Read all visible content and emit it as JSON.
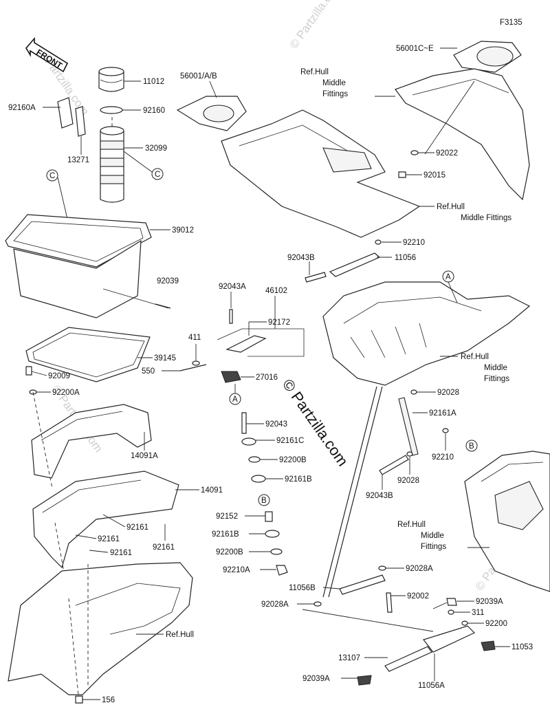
{
  "figure_code": "F3135",
  "front_label": "FRONT",
  "watermark": "© Partzilla.com",
  "callouts": {
    "A": "A",
    "B": "B",
    "C": "C"
  },
  "parts": [
    {
      "id": "p11012",
      "label": "11012"
    },
    {
      "id": "p92160",
      "label": "92160"
    },
    {
      "id": "p92160A",
      "label": "92160A"
    },
    {
      "id": "p13271",
      "label": "13271"
    },
    {
      "id": "p32099",
      "label": "32099"
    },
    {
      "id": "p39012",
      "label": "39012"
    },
    {
      "id": "p92039",
      "label": "92039"
    },
    {
      "id": "p39145",
      "label": "39145"
    },
    {
      "id": "p92009",
      "label": "92009"
    },
    {
      "id": "p92200A_l",
      "label": "92200A"
    },
    {
      "id": "p14091A",
      "label": "14091A"
    },
    {
      "id": "p14091",
      "label": "14091"
    },
    {
      "id": "p92161_a",
      "label": "92161"
    },
    {
      "id": "p92161_b",
      "label": "92161"
    },
    {
      "id": "p92161_c",
      "label": "92161"
    },
    {
      "id": "p92161_d",
      "label": "92161"
    },
    {
      "id": "refhull_l",
      "label": "Ref.Hull"
    },
    {
      "id": "p156",
      "label": "156"
    },
    {
      "id": "p56001AB",
      "label": "56001/A/B"
    },
    {
      "id": "p56001CE",
      "label": "56001C~E"
    },
    {
      "id": "p92022",
      "label": "92022"
    },
    {
      "id": "p92015",
      "label": "92015"
    },
    {
      "id": "p92210_t",
      "label": "92210"
    },
    {
      "id": "p92043B_t",
      "label": "92043B"
    },
    {
      "id": "p11056",
      "label": "11056"
    },
    {
      "id": "p92043A",
      "label": "92043A"
    },
    {
      "id": "p46102",
      "label": "46102"
    },
    {
      "id": "p92172",
      "label": "92172"
    },
    {
      "id": "p411",
      "label": "411"
    },
    {
      "id": "p550",
      "label": "550"
    },
    {
      "id": "p27016",
      "label": "27016"
    },
    {
      "id": "p92043",
      "label": "92043"
    },
    {
      "id": "p92161C",
      "label": "92161C"
    },
    {
      "id": "p92200B_t",
      "label": "92200B"
    },
    {
      "id": "p92161B_t",
      "label": "92161B"
    },
    {
      "id": "p92152",
      "label": "92152"
    },
    {
      "id": "p92161B_b",
      "label": "92161B"
    },
    {
      "id": "p92200B_b",
      "label": "92200B"
    },
    {
      "id": "p92210A",
      "label": "92210A"
    },
    {
      "id": "p92028_t",
      "label": "92028"
    },
    {
      "id": "p92161A",
      "label": "92161A"
    },
    {
      "id": "p92210_m",
      "label": "92210"
    },
    {
      "id": "p92028_m",
      "label": "92028"
    },
    {
      "id": "p92043B_b",
      "label": "92043B"
    },
    {
      "id": "p92028A_r",
      "label": "92028A"
    },
    {
      "id": "p11056B",
      "label": "11056B"
    },
    {
      "id": "p92002",
      "label": "92002"
    },
    {
      "id": "p92028A_l",
      "label": "92028A"
    },
    {
      "id": "p92039A_r",
      "label": "92039A"
    },
    {
      "id": "p311",
      "label": "311"
    },
    {
      "id": "p92200",
      "label": "92200"
    },
    {
      "id": "p13107",
      "label": "13107"
    },
    {
      "id": "p11053",
      "label": "11053"
    },
    {
      "id": "p92039A_b",
      "label": "92039A"
    },
    {
      "id": "p11056A",
      "label": "11056A"
    }
  ],
  "ref_hull_middle": {
    "line1": "Ref.Hull",
    "line2": "Middle",
    "line3": "Fittings"
  },
  "ref_hull_middle_fittings_line": "Middle Fittings"
}
